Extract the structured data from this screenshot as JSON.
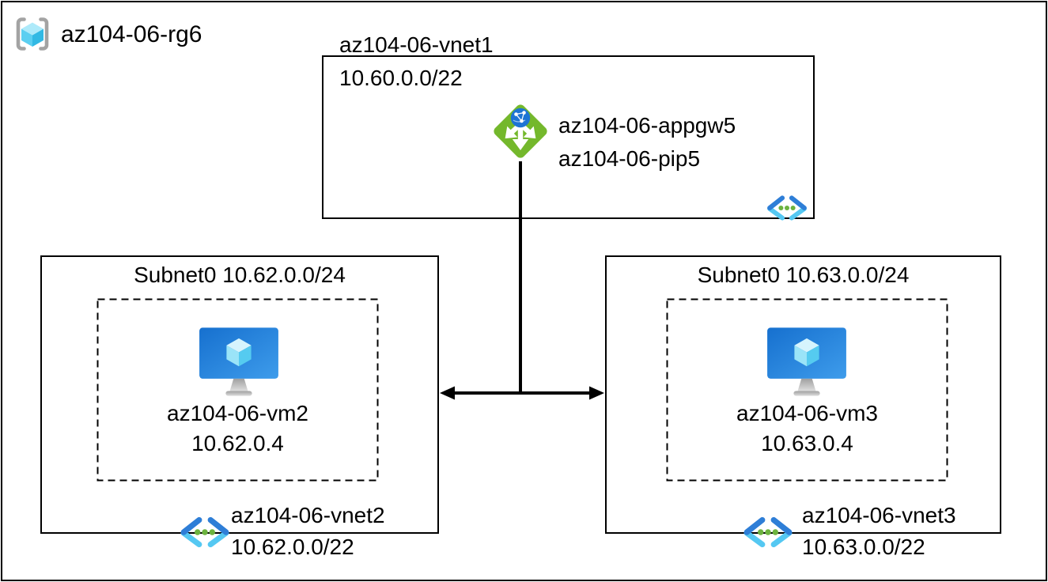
{
  "resource_group": {
    "name": "az104-06-rg6"
  },
  "vnet1": {
    "name": "az104-06-vnet1",
    "address_space": "10.60.0.0/22",
    "app_gateway": {
      "name": "az104-06-appgw5",
      "public_ip": "az104-06-pip5"
    }
  },
  "vnet2": {
    "subnet_label": "Subnet0 10.62.0.0/24",
    "vm": {
      "name": "az104-06-vm2",
      "ip": "10.62.0.4"
    },
    "name": "az104-06-vnet2",
    "address_space": "10.62.0.0/22"
  },
  "vnet3": {
    "subnet_label": "Subnet0 10.63.0.0/24",
    "vm": {
      "name": "az104-06-vm3",
      "ip": "10.63.0.4"
    },
    "name": "az104-06-vnet3",
    "address_space": "10.63.0.0/22"
  },
  "colors": {
    "line_black": "#000000",
    "appgw_green": "#74b82c",
    "globe_blue": "#1d74d4",
    "vm_screen_dark": "#1670cf",
    "vm_screen_light": "#3e9ceb",
    "cube_top": "#d6f4fd",
    "cube_left": "#9ae4f8",
    "cube_right": "#55cbf0",
    "vnet_chevron_dark": "#2e7ed7",
    "vnet_chevron_cyan": "#55c8f2",
    "vnet_dot_green": "#6cb33f",
    "bracket_gray": "#a3a3a3",
    "stand_gray": "#c9c9c9"
  }
}
